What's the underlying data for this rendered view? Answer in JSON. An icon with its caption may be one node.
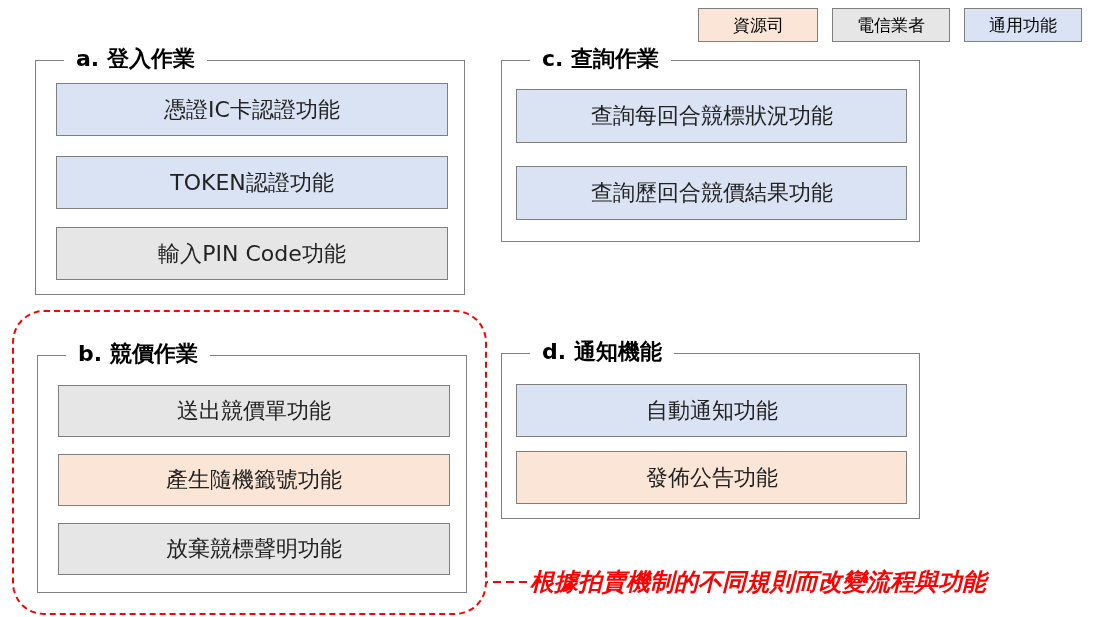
{
  "diagram": {
    "nodes": [
      {
        "text": [
          "a. 登入作業"
        ]
      },
      {
        "text": [
          "憑證IC卡認證功能"
        ],
        "in": 0
      },
      {
        "text": [
          "TOKEN認證功能"
        ],
        "in": 0
      },
      {
        "text": [
          "輸入PIN Code功能"
        ],
        "in": 0
      },
      {
        "text": [
          "c. 查詢作業"
        ]
      },
      {
        "text": [
          "查詢每回合競標狀況功能"
        ],
        "in": 4
      },
      {
        "text": [
          "查詢歷回合競價結果功能"
        ],
        "in": 4
      },
      {
        "text": [],
        "shape": "box"
      },
      {
        "text": [
          "b. 競價作業"
        ],
        "in": 7
      },
      {
        "text": [
          "送出競價單功能"
        ],
        "in": 8
      },
      {
        "text": [
          "產生隨機籤號功能"
        ],
        "in": 8
      },
      {
        "text": [
          "放棄競標聲明功能"
        ],
        "in": 8
      },
      {
        "text": [
          "d. 通知機能"
        ]
      },
      {
        "text": [
          "自動通知功能"
        ],
        "in": 12
      },
      {
        "text": [
          "發佈公告功能"
        ],
        "in": 12
      },
      {
        "text": [
          "根據拍賣機制的不同規則而改變流程與功能"
        ]
      }
    ],
    "edges": [
      {
        "from": 15,
        "to": 7,
        "arrow": "none",
        "style": "dashed",
        "color": "#ff0000"
      }
    ],
    "legend": [
      {
        "text": "資源司",
        "color": "#fbe5d6"
      },
      {
        "text": "電信業者",
        "color": "#e7e6e6"
      },
      {
        "text": "通用功能",
        "color": "#dae3f3"
      }
    ]
  }
}
